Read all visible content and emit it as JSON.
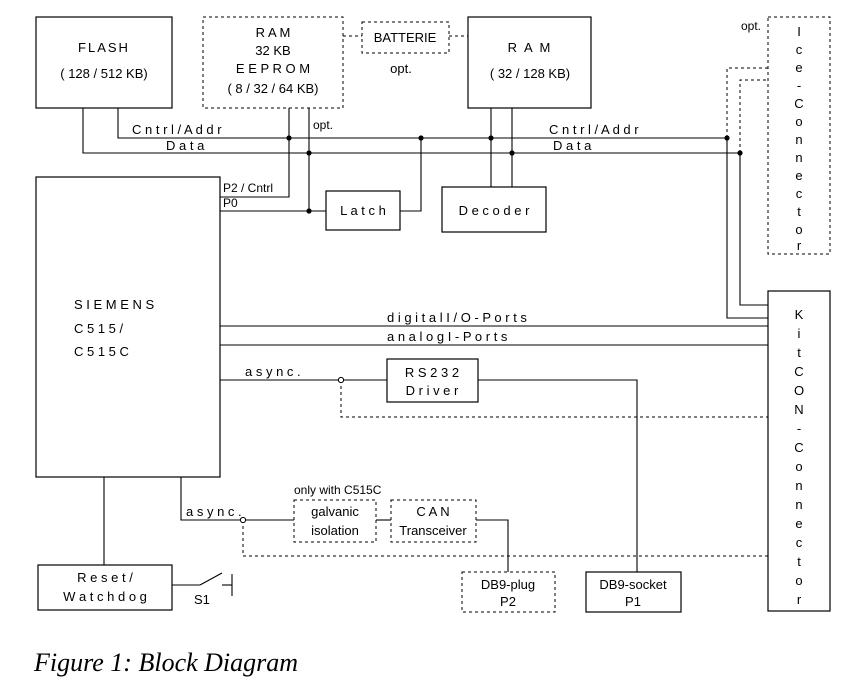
{
  "blocks": {
    "flash": {
      "title": "FLASH",
      "size": "( 128 / 512 KB)"
    },
    "ram_eeprom": {
      "line1": "R A M",
      "line2": "32 KB",
      "line3": "E E P R O M",
      "line4": "( 8 / 32 / 64 KB)"
    },
    "batterie": {
      "label": "BATTERIE",
      "opt": "opt."
    },
    "ram2": {
      "title": "R A M",
      "size": "( 32 / 128 KB)"
    },
    "ice": {
      "opt": "opt.",
      "letters": [
        "I",
        "c",
        "e",
        "-",
        "C",
        "o",
        "n",
        "n",
        "e",
        "c",
        "t",
        "o",
        "r"
      ]
    },
    "latch": {
      "label": "L a t c h"
    },
    "decoder": {
      "label": "D e c o d e r"
    },
    "siemens": {
      "line1": "S I E M E N S",
      "line2": "C 5 1 5 /",
      "line3": "C 5 1 5 C"
    },
    "kitcon": {
      "letters": [
        "K",
        "i",
        "t",
        "C",
        "O",
        "N",
        "-",
        "C",
        "o",
        "n",
        "n",
        "e",
        "c",
        "t",
        "o",
        "r"
      ]
    },
    "rs232": {
      "line1": "R S 2 3 2",
      "line2": "D r i v e r"
    },
    "galvanic": {
      "line1": "galvanic",
      "line2": "isolation"
    },
    "can": {
      "line1": "C A N",
      "line2": "Transceiver"
    },
    "only_with": "only with C515C",
    "reset": {
      "line1": "R e s e t /",
      "line2": "W a t c h d o g"
    },
    "s1": "S1",
    "db9_plug": {
      "line1": "DB9-plug",
      "line2": "P2"
    },
    "db9_socket": {
      "line1": "DB9-socket",
      "line2": "P1"
    }
  },
  "signals": {
    "cntrl_addr_left": "C n t r l / A d d r",
    "data_left": "D a t a",
    "cntrl_addr_right": "C n t r l / A d d r",
    "data_right": "D a t a",
    "opt_mid": "opt.",
    "p2_cntrl": "P2 / Cntrl",
    "p0": "P0",
    "digital_io": "d i g i t a l I / O - P o r t s",
    "analog_i": "a n a l o g I - P o r t s",
    "async1": "a s y n c .",
    "async2": "a s y n c ."
  },
  "caption": "Figure 1:  Block Diagram"
}
